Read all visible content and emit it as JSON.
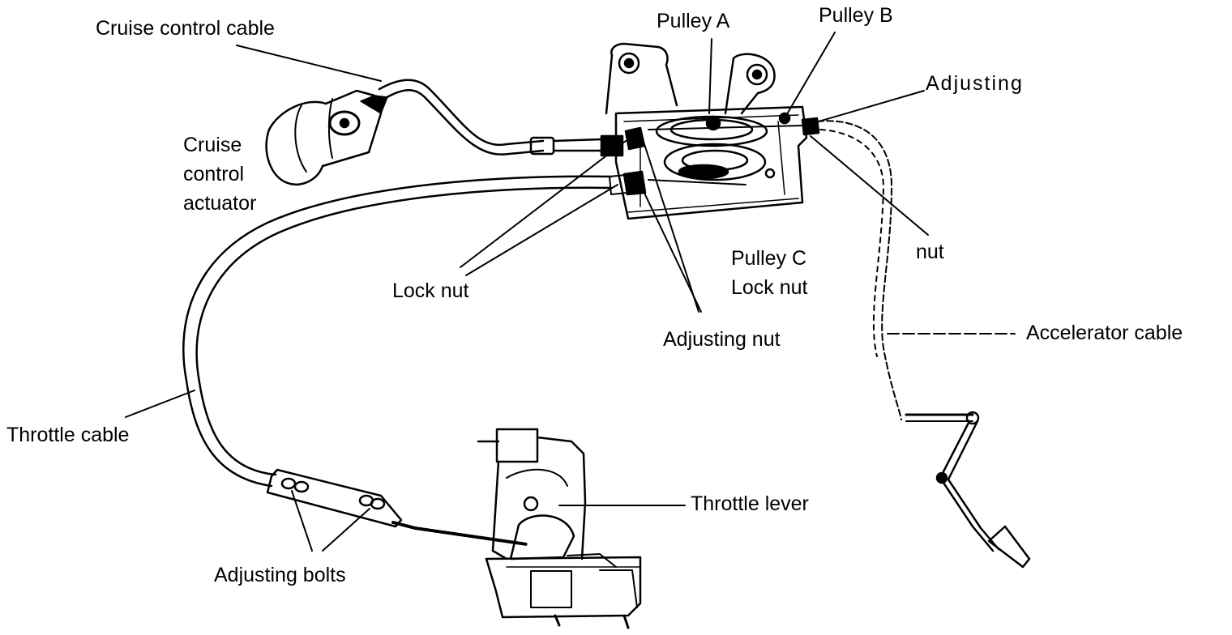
{
  "labels": {
    "cruise_control_cable": "Cruise control cable",
    "pulley_a": "Pulley A",
    "pulley_b": "Pulley B",
    "adjusting_top": "Adjusting",
    "nut_right": "nut",
    "cruise_control_actuator": [
      "Cruise",
      "control",
      "actuator"
    ],
    "lock_nut": "Lock nut",
    "pulley_c": "Pulley C",
    "pulley_c_lock_nut": "Lock nut",
    "adjusting_nut": "Adjusting nut",
    "accelerator_cable": "Accelerator cable",
    "throttle_cable": "Throttle cable",
    "throttle_lever": "Throttle lever",
    "adjusting_bolts": "Adjusting bolts"
  },
  "colors": {
    "ink": "#000000",
    "paper": "#ffffff"
  }
}
